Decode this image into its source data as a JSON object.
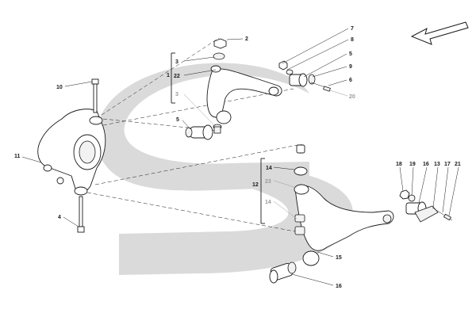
{
  "labels": {
    "l1": "1",
    "l2": "2",
    "l3a": "3",
    "l3b": "3",
    "l22": "22",
    "l10": "10",
    "l11": "11",
    "l4": "4",
    "l5a": "5",
    "l7": "7",
    "l8": "8",
    "l5b": "5",
    "l9": "9",
    "l6": "6",
    "l20": "20",
    "l12": "12",
    "l14a": "14",
    "l23": "23",
    "l14b": "14",
    "l15": "15",
    "l16b": "16",
    "l18": "18",
    "l19": "19",
    "l16a": "16",
    "l13": "13",
    "l17": "17",
    "l21": "21"
  },
  "colors": {
    "watermark": "#dadada",
    "line": "#1a1a1a",
    "gray_label": "#9a9a9a"
  },
  "icons": {
    "direction": "direction-arrow-icon"
  }
}
